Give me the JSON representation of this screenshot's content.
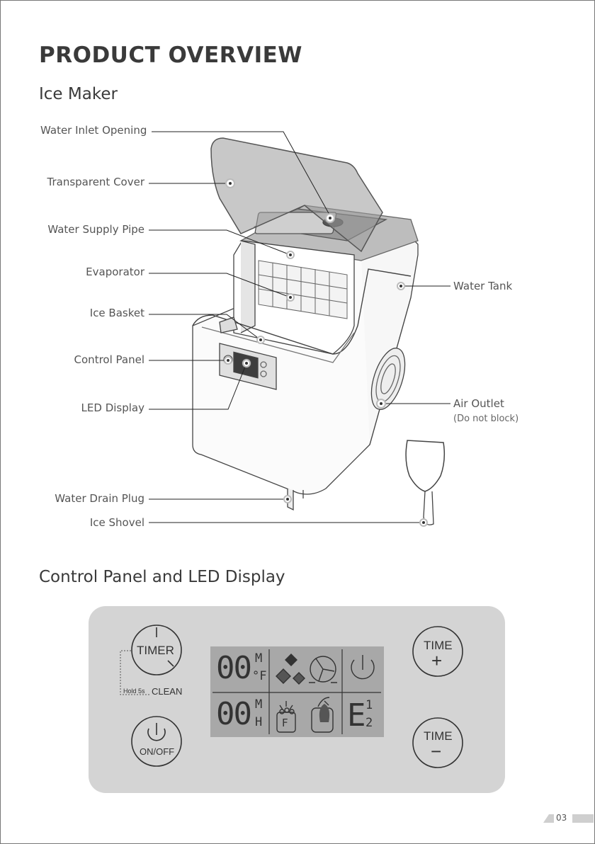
{
  "page": {
    "title": "PRODUCT OVERVIEW",
    "section_ice_maker": "Ice Maker",
    "section_control": "Control Panel and LED Display",
    "page_number": "03"
  },
  "labels": {
    "water_inlet": "Water Inlet Opening",
    "transparent_cover": "Transparent Cover",
    "water_supply_pipe": "Water Supply Pipe",
    "evaporator": "Evaporator",
    "ice_basket": "Ice Basket",
    "control_panel": "Control Panel",
    "led_display": "LED Display",
    "water_drain_plug": "Water Drain Plug",
    "ice_shovel": "Ice Shovel",
    "water_tank": "Water Tank",
    "air_outlet": "Air Outlet",
    "air_outlet_note": "(Do not block)"
  },
  "control_panel": {
    "timer_label": "TIMER",
    "hold_label": "Hold 5s",
    "clean_label": "CLEAN",
    "onoff_label": "ON/OFF",
    "time_plus_label": "TIME",
    "time_plus_sign": "+",
    "time_minus_label": "TIME",
    "time_minus_sign": "−",
    "display": {
      "top_digits": "00",
      "top_unit_m": "M",
      "top_unit_f": "°F",
      "bottom_digits": "00",
      "bottom_unit_m": "M",
      "bottom_unit_h": "H",
      "full_letter": "F",
      "error_letter": "E",
      "error_1": "1",
      "error_2": "2"
    }
  }
}
